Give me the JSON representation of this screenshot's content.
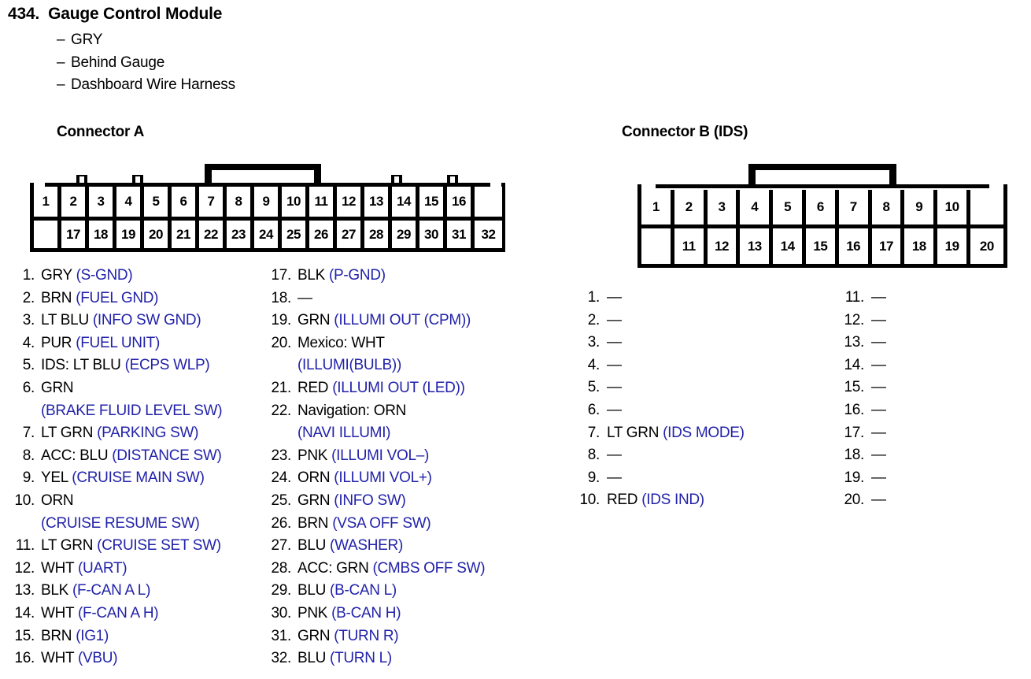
{
  "header": {
    "number": "434.",
    "title": "Gauge Control Module",
    "bullets": [
      "GRY",
      "Behind Gauge",
      "Dashboard Wire Harness"
    ],
    "dash": "–"
  },
  "colors": {
    "signal_blue": "#2222aa",
    "text_black": "#000000",
    "background": "#ffffff"
  },
  "connector_a": {
    "title": "Connector A",
    "diagram": {
      "top_row": [
        "1",
        "2",
        "3",
        "4",
        "5",
        "6",
        "7",
        "8",
        "9",
        "10",
        "11",
        "12",
        "13",
        "14",
        "15",
        "16",
        ""
      ],
      "bottom_row": [
        "",
        "17",
        "18",
        "19",
        "20",
        "21",
        "22",
        "23",
        "24",
        "25",
        "26",
        "27",
        "28",
        "29",
        "30",
        "31",
        "32"
      ],
      "latch_span": "7-10"
    },
    "pins_left": [
      {
        "num": "1.",
        "wire": "GRY",
        "signal": "(S-GND)",
        "wrapped": false
      },
      {
        "num": "2.",
        "wire": "BRN",
        "signal": "(FUEL GND)",
        "wrapped": false
      },
      {
        "num": "3.",
        "wire": "LT BLU",
        "signal": "(INFO SW GND)",
        "wrapped": false
      },
      {
        "num": "4.",
        "wire": "PUR",
        "signal": "(FUEL UNIT)",
        "wrapped": false
      },
      {
        "num": "5.",
        "wire": "IDS: LT BLU",
        "signal": "(ECPS WLP)",
        "wrapped": false
      },
      {
        "num": "6.",
        "wire": "GRN",
        "signal": "(BRAKE FLUID LEVEL SW)",
        "wrapped": true
      },
      {
        "num": "7.",
        "wire": "LT GRN",
        "signal": "(PARKING SW)",
        "wrapped": false
      },
      {
        "num": "8.",
        "wire": "ACC: BLU",
        "signal": "(DISTANCE SW)",
        "wrapped": false
      },
      {
        "num": "9.",
        "wire": "YEL",
        "signal": "(CRUISE MAIN SW)",
        "wrapped": false
      },
      {
        "num": "10.",
        "wire": "ORN",
        "signal": "(CRUISE RESUME SW)",
        "wrapped": true
      },
      {
        "num": "11.",
        "wire": "LT GRN",
        "signal": "(CRUISE SET SW)",
        "wrapped": false
      },
      {
        "num": "12.",
        "wire": "WHT",
        "signal": "(UART)",
        "wrapped": false
      },
      {
        "num": "13.",
        "wire": "BLK",
        "signal": "(F-CAN A L)",
        "wrapped": false
      },
      {
        "num": "14.",
        "wire": "WHT",
        "signal": "(F-CAN A H)",
        "wrapped": false
      },
      {
        "num": "15.",
        "wire": "BRN",
        "signal": "(IG1)",
        "wrapped": false
      },
      {
        "num": "16.",
        "wire": "WHT",
        "signal": "(VBU)",
        "wrapped": false
      }
    ],
    "pins_right": [
      {
        "num": "17.",
        "wire": "BLK",
        "signal": "(P-GND)",
        "wrapped": false
      },
      {
        "num": "18.",
        "wire": "—",
        "signal": "",
        "wrapped": false
      },
      {
        "num": "19.",
        "wire": "GRN",
        "signal": "(ILLUMI OUT (CPM))",
        "wrapped": false
      },
      {
        "num": "20.",
        "wire": "Mexico: WHT",
        "signal": "(ILLUMI(BULB))",
        "wrapped": true
      },
      {
        "num": "21.",
        "wire": "RED",
        "signal": "(ILLUMI OUT (LED))",
        "wrapped": false
      },
      {
        "num": "22.",
        "wire": "Navigation: ORN",
        "signal": "(NAVI ILLUMI)",
        "wrapped": true
      },
      {
        "num": "23.",
        "wire": "PNK",
        "signal": "(ILLUMI VOL–)",
        "wrapped": false
      },
      {
        "num": "24.",
        "wire": "ORN",
        "signal": "(ILLUMI VOL+)",
        "wrapped": false
      },
      {
        "num": "25.",
        "wire": "GRN",
        "signal": "(INFO SW)",
        "wrapped": false
      },
      {
        "num": "26.",
        "wire": "BRN",
        "signal": "(VSA OFF SW)",
        "wrapped": false
      },
      {
        "num": "27.",
        "wire": "BLU",
        "signal": "(WASHER)",
        "wrapped": false
      },
      {
        "num": "28.",
        "wire": "ACC: GRN",
        "signal": "(CMBS OFF SW)",
        "wrapped": false
      },
      {
        "num": "29.",
        "wire": "BLU",
        "signal": "(B-CAN L)",
        "wrapped": false
      },
      {
        "num": "30.",
        "wire": "PNK",
        "signal": "(B-CAN H)",
        "wrapped": false
      },
      {
        "num": "31.",
        "wire": "GRN",
        "signal": "(TURN R)",
        "wrapped": false
      },
      {
        "num": "32.",
        "wire": "BLU",
        "signal": "(TURN L)",
        "wrapped": false
      }
    ]
  },
  "connector_b": {
    "title": "Connector B (IDS)",
    "diagram": {
      "top_row": [
        "1",
        "2",
        "3",
        "4",
        "5",
        "6",
        "7",
        "8",
        "9",
        "10",
        ""
      ],
      "bottom_row": [
        "",
        "11",
        "12",
        "13",
        "14",
        "15",
        "16",
        "17",
        "18",
        "19",
        "20"
      ],
      "latch_span": "4-7"
    },
    "pins_left": [
      {
        "num": "1.",
        "wire": "—",
        "signal": "",
        "wrapped": false
      },
      {
        "num": "2.",
        "wire": "—",
        "signal": "",
        "wrapped": false
      },
      {
        "num": "3.",
        "wire": "—",
        "signal": "",
        "wrapped": false
      },
      {
        "num": "4.",
        "wire": "—",
        "signal": "",
        "wrapped": false
      },
      {
        "num": "5.",
        "wire": "—",
        "signal": "",
        "wrapped": false
      },
      {
        "num": "6.",
        "wire": "—",
        "signal": "",
        "wrapped": false
      },
      {
        "num": "7.",
        "wire": "LT GRN",
        "signal": "(IDS MODE)",
        "wrapped": false
      },
      {
        "num": "8.",
        "wire": "—",
        "signal": "",
        "wrapped": false
      },
      {
        "num": "9.",
        "wire": "—",
        "signal": "",
        "wrapped": false
      },
      {
        "num": "10.",
        "wire": "RED",
        "signal": "(IDS IND)",
        "wrapped": false
      }
    ],
    "pins_right": [
      {
        "num": "11.",
        "wire": "—",
        "signal": "",
        "wrapped": false
      },
      {
        "num": "12.",
        "wire": "—",
        "signal": "",
        "wrapped": false
      },
      {
        "num": "13.",
        "wire": "—",
        "signal": "",
        "wrapped": false
      },
      {
        "num": "14.",
        "wire": "—",
        "signal": "",
        "wrapped": false
      },
      {
        "num": "15.",
        "wire": "—",
        "signal": "",
        "wrapped": false
      },
      {
        "num": "16.",
        "wire": "—",
        "signal": "",
        "wrapped": false
      },
      {
        "num": "17.",
        "wire": "—",
        "signal": "",
        "wrapped": false
      },
      {
        "num": "18.",
        "wire": "—",
        "signal": "",
        "wrapped": false
      },
      {
        "num": "19.",
        "wire": "—",
        "signal": "",
        "wrapped": false
      },
      {
        "num": "20.",
        "wire": "—",
        "signal": "",
        "wrapped": false
      }
    ]
  }
}
